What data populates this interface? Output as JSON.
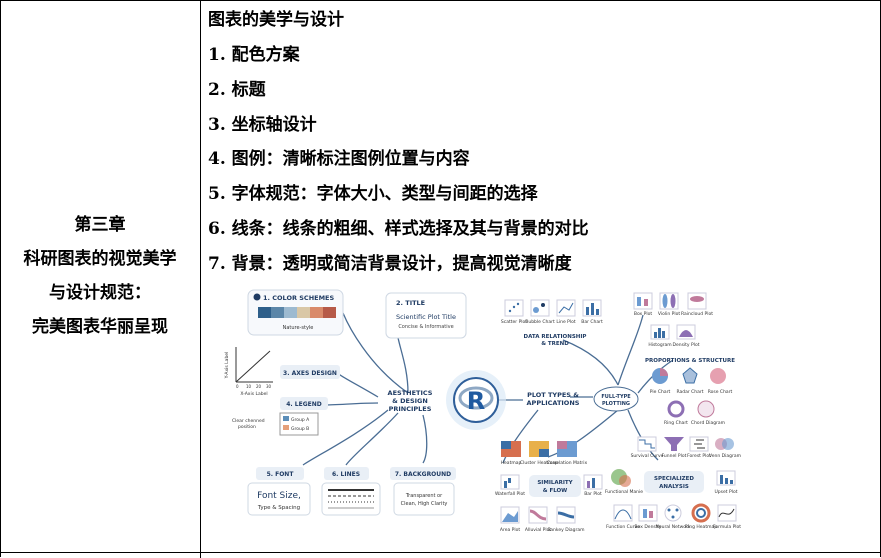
{
  "left": {
    "chapter": "第三章",
    "title_lines": [
      "科研图表的视觉美学",
      "与设计规范：",
      "完美图表华丽呈现"
    ]
  },
  "right": {
    "heading": "图表的美学与设计",
    "items": [
      "1. 配色方案",
      "2. 标题",
      "3. 坐标轴设计",
      "4. 图例：清晰标注图例位置与内容",
      "5. 字体规范：字体大小、类型与间距的选择",
      "6. 线条：线条的粗细、样式选择及其与背景的对比",
      "7. 背景：透明或简洁背景设计，提高视觉清晰度"
    ]
  },
  "figure": {
    "center": "AESTHETICS & DESIGN PRINCIPLES",
    "center_lines": [
      "AESTHETICS",
      "& DESIGN",
      "PRINCIPLES"
    ],
    "plot_types_lines": [
      "PLOT TYPES &",
      "APPLICATIONS"
    ],
    "full_type_lines": [
      "FULL-TYPE",
      "PLOTTING"
    ],
    "color_schemes": "1. COLOR SCHEMES",
    "nature_style": "Nature-style",
    "title_box": "2. TITLE",
    "title_sample": "Scientific Plot Title",
    "title_sub": "Concise & Informative",
    "axes": "3. AXES DESIGN",
    "y_axis_label": "Y-Axis Label",
    "x_axis_label": "X-Axis Label",
    "axis_ticks": [
      "0",
      "10",
      "20",
      "30"
    ],
    "legend": "4. LEGEND",
    "legend_note": [
      "Clear chenned",
      "position"
    ],
    "group_a": "Group A",
    "group_b": "Group B",
    "font": "5. FONT",
    "font_sample": [
      "Font Size,",
      "Type & Spacing"
    ],
    "lines": "6. LINES",
    "background": "7. BACKGROUND",
    "background_note": [
      "Transparent or",
      "Clean, High Clarity"
    ],
    "relationship": [
      "DATA RELATIONSHIP",
      "& TREND"
    ],
    "rel_items": [
      "Scatter Plot",
      "Bubble Chart",
      "Line Plot",
      "Bar Chart"
    ],
    "dist_items": [
      "Box Plot",
      "Violin Plot",
      "Raincloud Plot",
      "Histogram",
      "Density Plot"
    ],
    "proportions": "PROPORTIONS & STRUCTURE",
    "prop_items": [
      "Pie Chart",
      "Radar Chart",
      "Rose Chart",
      "Ring Chart",
      "Chord Diagram"
    ],
    "similarity_items": [
      "Heatmap",
      "Cluster Heatmap",
      "Correlation Matrix"
    ],
    "flow": [
      "SIMILARITY",
      "& FLOW"
    ],
    "flow_items": [
      "Waterfall Plot",
      "Bar Plot",
      "Area Plot",
      "Alluvial Plot",
      "Sankey Diagram"
    ],
    "specialized": [
      "SPECIALIZED",
      "ANALYSIS"
    ],
    "spec_items": [
      "Survival Curve",
      "Funnel Plot",
      "Forest Plot",
      "Venn Diagram",
      "Functional Manie",
      "Upset Plot",
      "Function Curve",
      "Box Density",
      "Neural Network",
      "Ring Heatmap",
      "Formula Plot"
    ],
    "r_logo": "R",
    "colors": {
      "navy": "#1f3b63",
      "line": "#4a6d94",
      "palette": [
        "#2e5f8a",
        "#5b86a8",
        "#9dbad0",
        "#d9c7a6",
        "#d98a6a",
        "#b65a48"
      ],
      "group_a": "#5b8db8",
      "group_b": "#e5a07a"
    }
  }
}
